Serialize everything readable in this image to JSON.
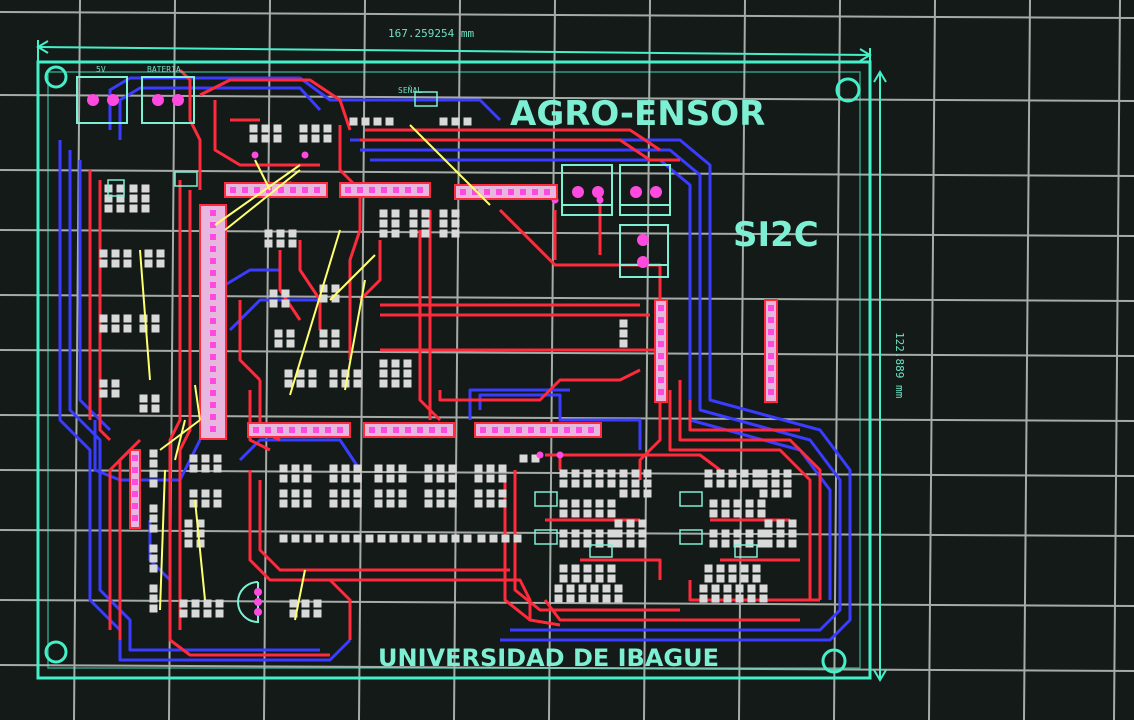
{
  "board": {
    "title": "AGRO-ENSOR",
    "subtitle": "SI2C",
    "footer": "UNIVERSIDAD DE IBAGUE"
  },
  "dimensions": {
    "width_label": "167.259254 mm",
    "height_label": "122.889 mm"
  },
  "connectors": {
    "left_label": "5V",
    "right_label": "BATERIA",
    "top_label": "SEÑAL"
  },
  "colors": {
    "background": "#141a18",
    "grid": "#d8dcd8",
    "outline": "#45f0c8",
    "top_copper": "#ff2a3c",
    "bottom_copper": "#3a3cff",
    "silkscreen": "#7df0d4",
    "pads": "#d9d9d9",
    "vias": "#ff4ae0",
    "ratsnest": "#ffff70"
  }
}
